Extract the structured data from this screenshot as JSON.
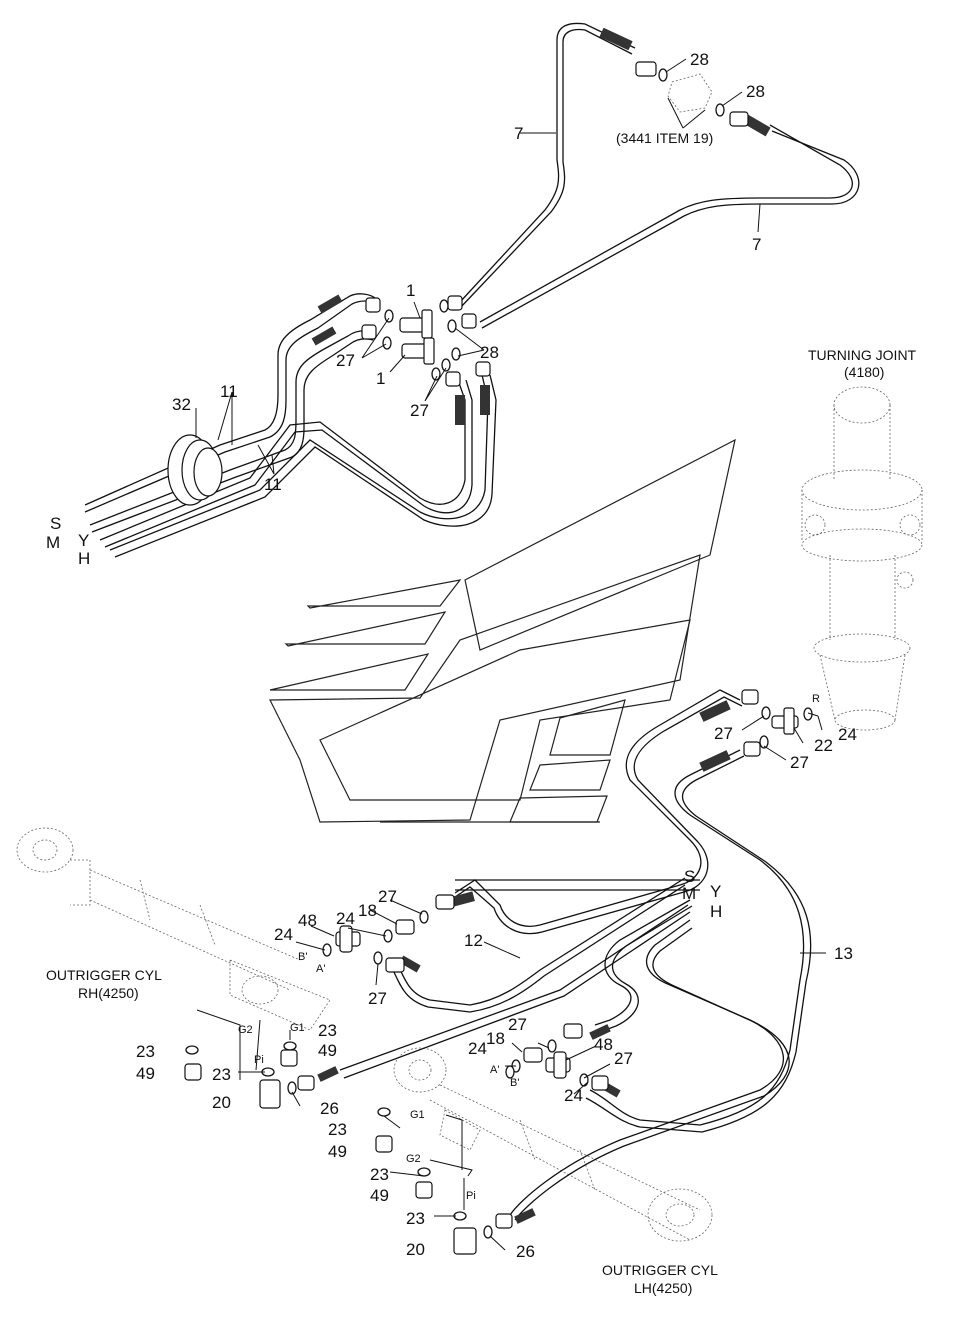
{
  "parts": {
    "p1": "1",
    "p7": "7",
    "p11": "11",
    "p12": "12",
    "p13": "13",
    "p18": "18",
    "p20": "20",
    "p22": "22",
    "p23": "23",
    "p24": "24",
    "p26": "26",
    "p27": "27",
    "p28": "28",
    "p32": "32",
    "p48": "48",
    "p49": "49"
  },
  "notes": {
    "item19": "(3441 ITEM 19)",
    "turning_joint": "TURNING JOINT",
    "turning_joint_no": "(4180)",
    "cyl_rh_1": "OUTRIGGER CYL",
    "cyl_rh_2": "RH(4250)",
    "cyl_lh_1": "OUTRIGGER CYL",
    "cyl_lh_2": "LH(4250)"
  },
  "ports": {
    "S": "S",
    "M": "M",
    "Y": "Y",
    "H": "H",
    "R": "R",
    "A_prime": "A'",
    "B_prime": "B'",
    "G1": "G1",
    "G2": "G2",
    "Pi": "Pi"
  }
}
